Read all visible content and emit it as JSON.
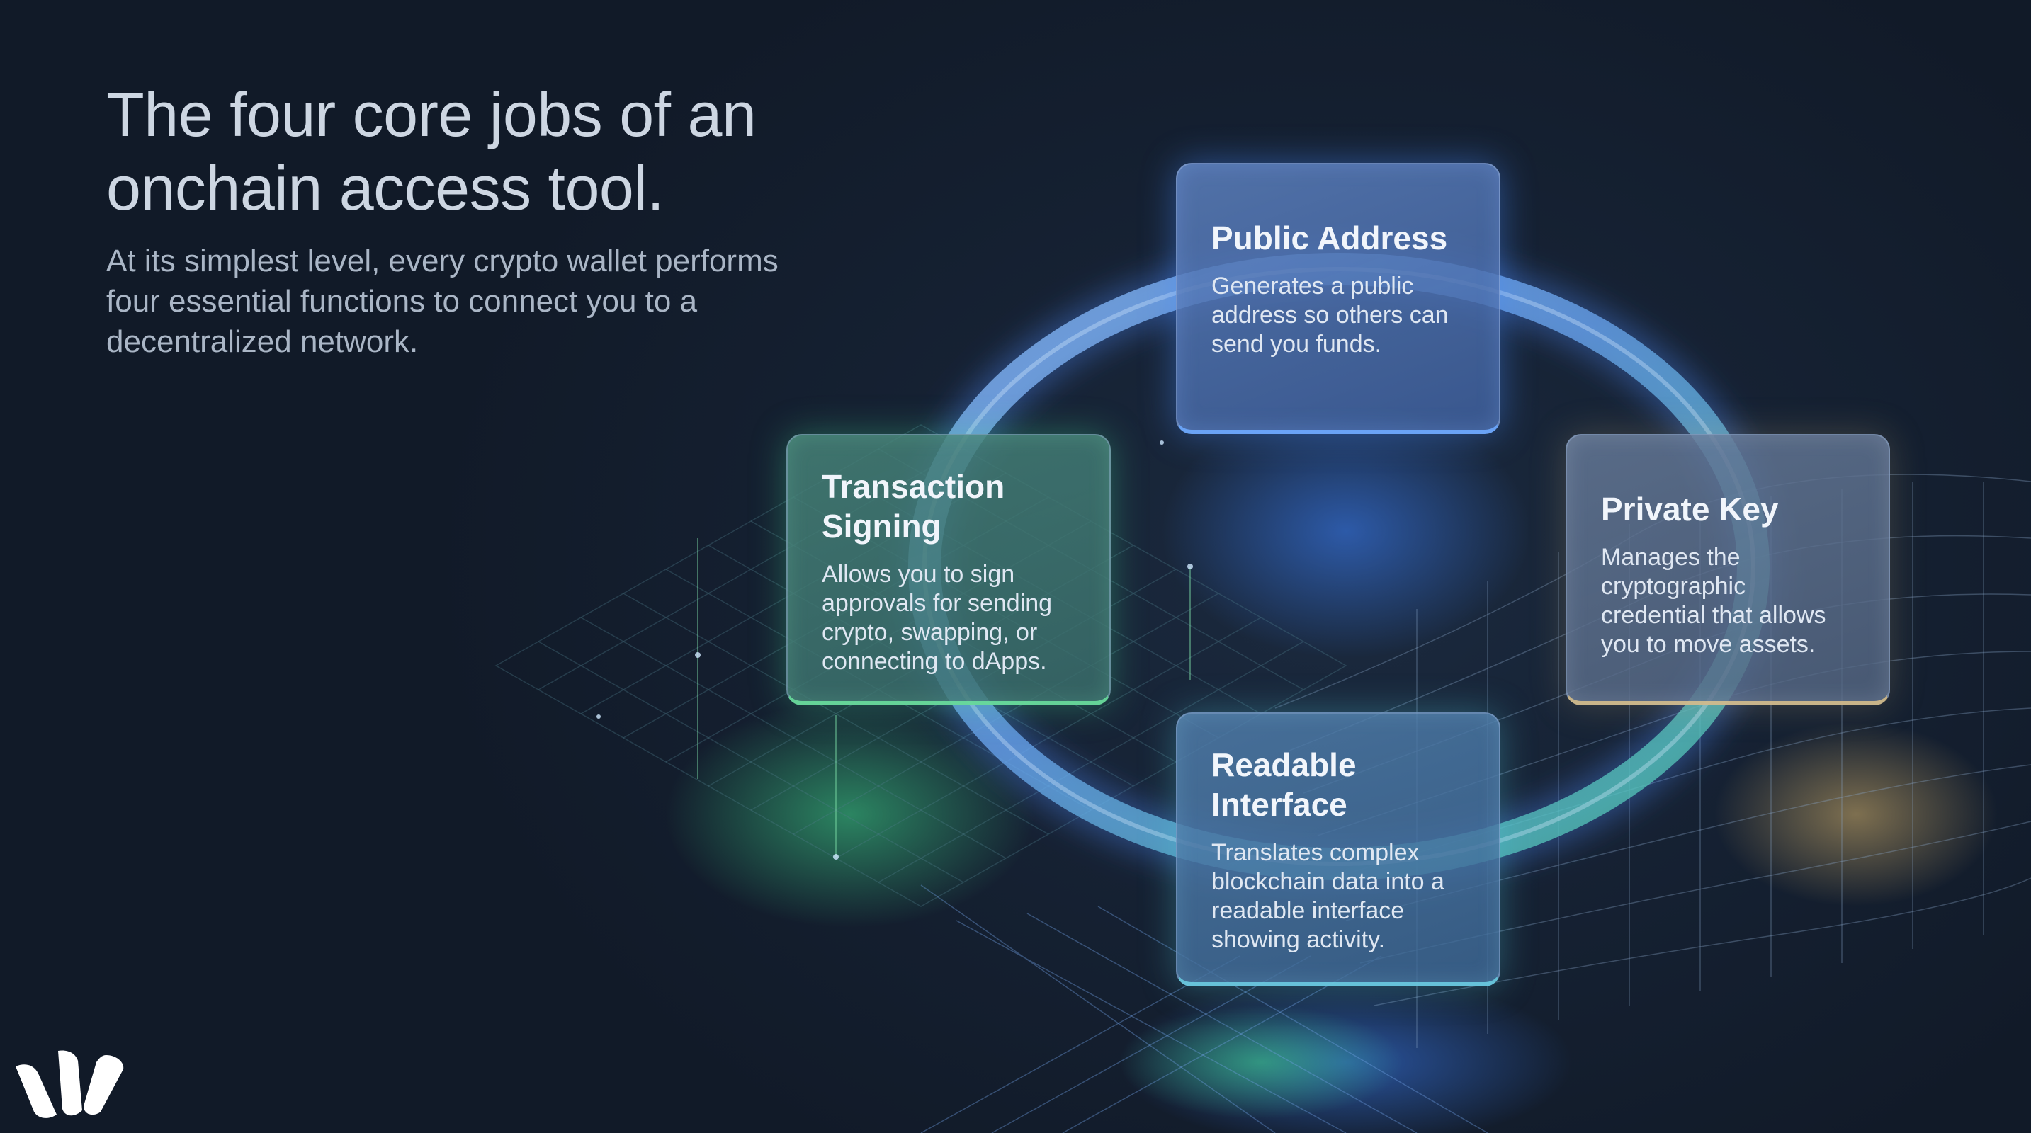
{
  "slide": {
    "title": "The four core jobs of an onchain access tool.",
    "subtitle": "At its simplest level, every crypto wallet performs four essential functions to connect you to a decentralized network."
  },
  "cards": {
    "public_address": {
      "title": "Public Address",
      "body": "Generates a public address so others can send you funds."
    },
    "transaction_signing": {
      "title": "Transaction Signing",
      "body": "Allows you to sign approvals for sending crypto, swapping, or connecting to dApps."
    },
    "private_key": {
      "title": "Private Key",
      "body": "Manages the cryptographic credential that allows you to move assets."
    },
    "readable_interface": {
      "title": "Readable Interface",
      "body": "Translates complex blockchain data into a readable interface showing activity."
    }
  },
  "colors": {
    "background": "#131d2c",
    "ring": "#7fb2f0",
    "accent_blue": "#4a8cff",
    "accent_green": "#5ee0a0",
    "accent_gold": "#e6c88a",
    "text_light": "#f1f5fb"
  }
}
